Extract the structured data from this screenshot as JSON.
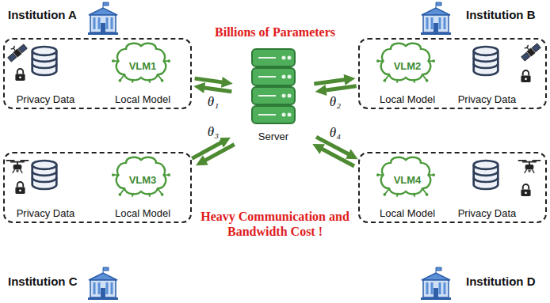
{
  "diagram": {
    "nodes": [
      {
        "text": [
          "Institution A"
        ]
      },
      {
        "text": [
          "Privacy Data"
        ],
        "in": 0
      },
      {
        "text": [
          "VLM1",
          "Local Model"
        ],
        "in": 0
      },
      {
        "text": [
          "Institution B"
        ]
      },
      {
        "text": [
          "VLM2",
          "Local Model"
        ],
        "in": 3
      },
      {
        "text": [
          "Privacy Data"
        ],
        "in": 3
      },
      {
        "text": [
          "Server"
        ]
      },
      {
        "text": [
          "Institution C"
        ]
      },
      {
        "text": [
          "Privacy Data"
        ],
        "in": 7
      },
      {
        "text": [
          "VLM3",
          "Local Model"
        ],
        "in": 7
      },
      {
        "text": [
          "Institution D"
        ]
      },
      {
        "text": [
          "VLM4",
          "Local Model"
        ],
        "in": 10
      },
      {
        "text": [
          "Privacy Data"
        ],
        "in": 10
      }
    ],
    "edges": [
      {
        "from": 0,
        "to": 6,
        "arrow": "to",
        "label": "θ₁"
      },
      {
        "from": 6,
        "to": 0,
        "arrow": "to"
      },
      {
        "from": 3,
        "to": 6,
        "arrow": "to",
        "label": "θ₂"
      },
      {
        "from": 6,
        "to": 3,
        "arrow": "to"
      },
      {
        "from": 7,
        "to": 6,
        "arrow": "to",
        "label": "θ₃"
      },
      {
        "from": 6,
        "to": 7,
        "arrow": "to"
      },
      {
        "from": 10,
        "to": 6,
        "arrow": "to",
        "label": "θ₄"
      },
      {
        "from": 6,
        "to": 10,
        "arrow": "to"
      }
    ],
    "labels": [
      "Billions of Parameters",
      "Heavy Communication and Bandwidth Cost !"
    ]
  }
}
